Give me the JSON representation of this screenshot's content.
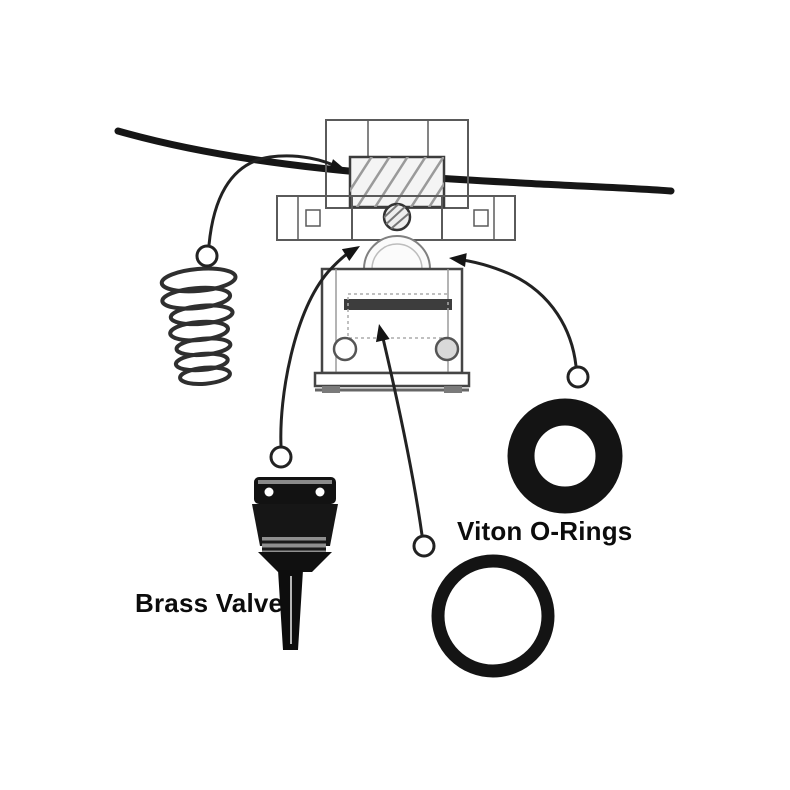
{
  "diagram": {
    "labels": {
      "brass_valve": "Brass Valve",
      "viton_orings": "Viton O-Rings"
    },
    "parts": [
      "valve-assembly",
      "supply-line",
      "spring",
      "brass-valve",
      "viton-o-ring-thick",
      "viton-o-ring-thin"
    ],
    "callouts": [
      "spring-to-cartridge",
      "brass-valve-to-dome-seat-left",
      "o-ring-thin-to-gasket-bar",
      "o-ring-thick-to-dome-seat-right"
    ],
    "colors": {
      "ink": "#141414",
      "line": "#222222",
      "mid_gray": "#555555",
      "light_gray": "#9a9a9a",
      "background": "#ffffff"
    }
  }
}
